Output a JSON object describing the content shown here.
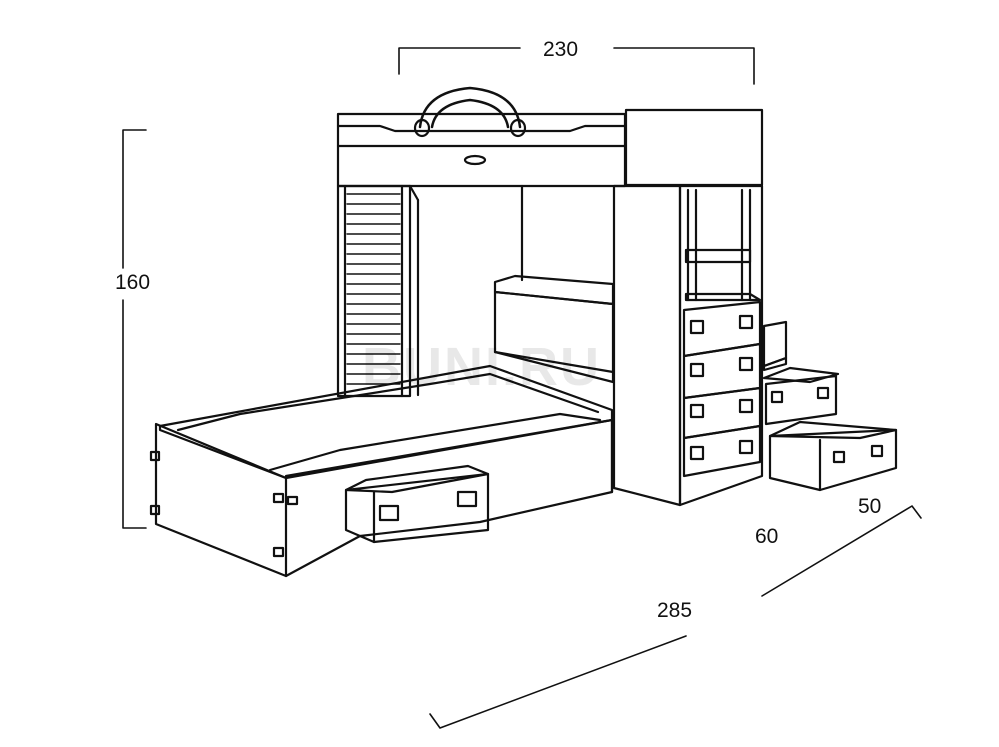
{
  "dimensions": {
    "width": "230",
    "height": "160",
    "length": "285",
    "depth_bed": "60",
    "depth_steps": "50"
  },
  "watermark": "BUNI.RU",
  "colors": {
    "line": "#111111",
    "background": "#ffffff",
    "watermark": "#e8e8e8"
  }
}
